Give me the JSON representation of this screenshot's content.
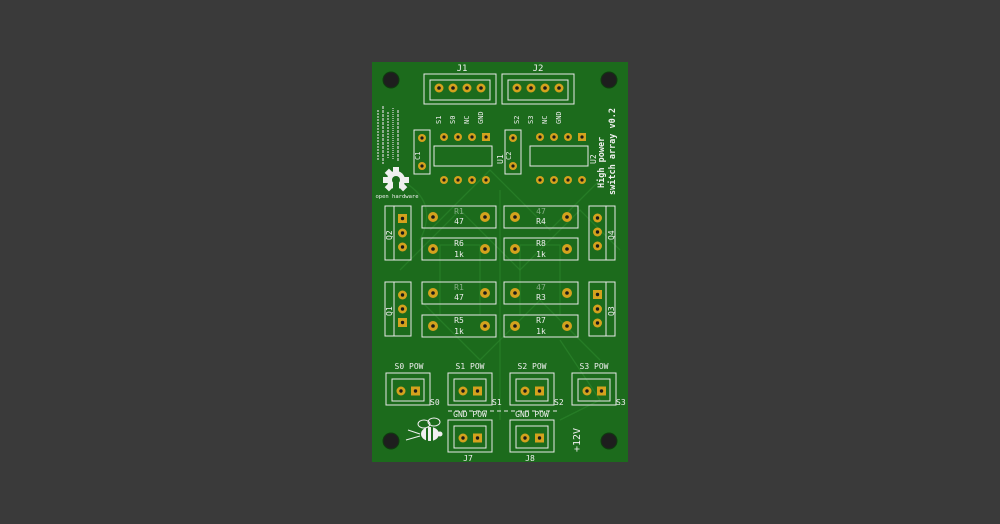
{
  "board": {
    "colors": {
      "background": "#3a3a3a",
      "pcb": "#1c6b1c",
      "silk": "#f0f0f0",
      "pad": "#d4a21d"
    },
    "title_line1": "High power",
    "title_line2": "switch array v0.2",
    "logo_text": "open hardware"
  },
  "connectors": {
    "J1": {
      "ref": "J1",
      "pins": [
        "S1",
        "S0",
        "NC",
        "GND"
      ]
    },
    "J2": {
      "ref": "J2",
      "pins": [
        "S2",
        "S3",
        "NC",
        "GND"
      ]
    }
  },
  "ics": {
    "U1": "U1",
    "U2": "U2",
    "C1": "C1",
    "C2": "C2"
  },
  "resistors": [
    {
      "ref": "R1",
      "value": "47"
    },
    {
      "ref": "R4",
      "value": "47"
    },
    {
      "ref": "R6",
      "value": "1k"
    },
    {
      "ref": "R8",
      "value": "1k"
    },
    {
      "ref": "R1",
      "value": "47"
    },
    {
      "ref": "R3",
      "value": "47"
    },
    {
      "ref": "R5",
      "value": "1k"
    },
    {
      "ref": "R7",
      "value": "1k"
    }
  ],
  "transistors": {
    "Q1": "Q1",
    "Q2": "Q2",
    "Q3": "Q3",
    "Q4": "Q4"
  },
  "power_headers": [
    {
      "label": "S0 POW",
      "ref": "S0"
    },
    {
      "label": "S1 POW",
      "ref": "S1"
    },
    {
      "label": "S2 POW",
      "ref": "S2"
    },
    {
      "label": "S3 POW",
      "ref": "S3"
    }
  ],
  "supply_headers": [
    {
      "label": "GND POW",
      "ref": "J7"
    },
    {
      "label": "GND POW",
      "ref": "J8"
    }
  ],
  "supply_voltage": "+12V"
}
